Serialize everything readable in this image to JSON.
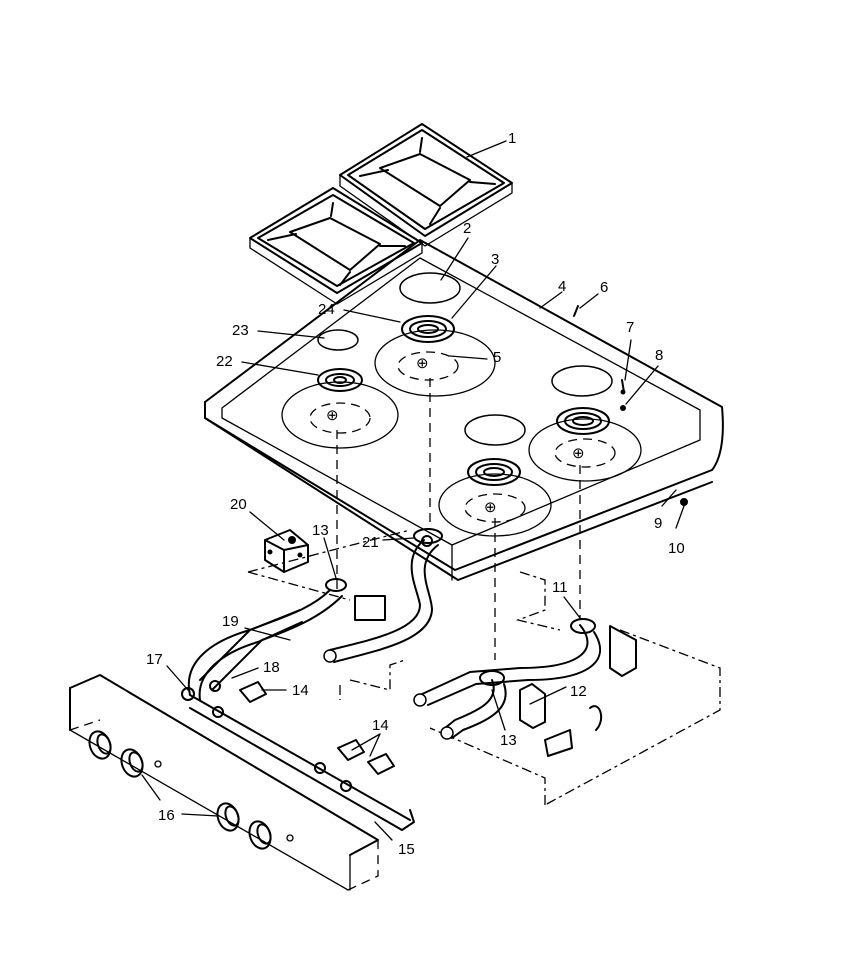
{
  "diagram": {
    "callouts": [
      {
        "id": "c1",
        "text": "1"
      },
      {
        "id": "c2",
        "text": "2"
      },
      {
        "id": "c3",
        "text": "3"
      },
      {
        "id": "c4",
        "text": "4"
      },
      {
        "id": "c5",
        "text": "5"
      },
      {
        "id": "c6",
        "text": "6"
      },
      {
        "id": "c7",
        "text": "7"
      },
      {
        "id": "c8",
        "text": "8"
      },
      {
        "id": "c9",
        "text": "9"
      },
      {
        "id": "c10",
        "text": "10"
      },
      {
        "id": "c11",
        "text": "11"
      },
      {
        "id": "c12",
        "text": "12"
      },
      {
        "id": "c13a",
        "text": "13"
      },
      {
        "id": "c13b",
        "text": "13"
      },
      {
        "id": "c14a",
        "text": "14"
      },
      {
        "id": "c14b",
        "text": "14"
      },
      {
        "id": "c15",
        "text": "15"
      },
      {
        "id": "c16",
        "text": "16"
      },
      {
        "id": "c17",
        "text": "17"
      },
      {
        "id": "c18",
        "text": "18"
      },
      {
        "id": "c19",
        "text": "19"
      },
      {
        "id": "c20",
        "text": "20"
      },
      {
        "id": "c21",
        "text": "21"
      },
      {
        "id": "c22",
        "text": "22"
      },
      {
        "id": "c23",
        "text": "23"
      },
      {
        "id": "c24",
        "text": "24"
      }
    ]
  }
}
